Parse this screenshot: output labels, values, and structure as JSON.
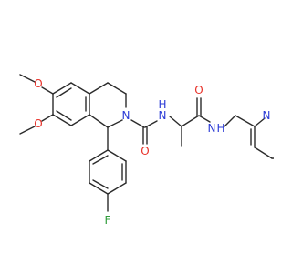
{
  "atoms": {
    "o_methoxy_top": "O",
    "o_methoxy_bottom": "O",
    "n_ring": "N",
    "o_carbonyl_urea": "O",
    "nh_amide": "N",
    "h_amide": "H",
    "o_carbonyl_amide": "O",
    "nh_terminal": "N",
    "h_terminal": "H",
    "n_pyridine": "N",
    "f": "F"
  },
  "colors": {
    "bond": "#2b2b2b",
    "oxygen": "#e8322a",
    "nitrogen": "#2b3bd6",
    "fluorine": "#2f9c3a",
    "background": "#ffffff"
  }
}
